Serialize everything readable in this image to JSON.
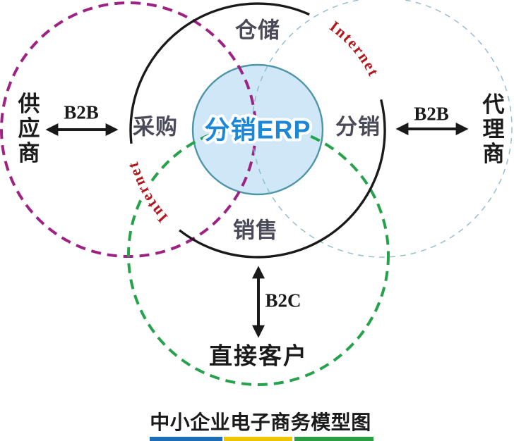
{
  "colors": {
    "core_fill": "#cfe7f6",
    "core_stroke": "#4d96a8",
    "core_text": "#1b87d6",
    "module_text": "#4b4a59",
    "main_ring": "#1a1a1a",
    "supplier_ring": "#9e2283",
    "agent_ring": "#8fbccb",
    "customer_ring": "#27a24c",
    "internet_text": "#b2181d",
    "underline_blue": "#1c6cb6",
    "underline_yellow": "#edc500",
    "underline_green": "#2b9e43"
  },
  "core": {
    "label": "分销ERP"
  },
  "modules": {
    "top": "仓储",
    "left": "采购",
    "right": "分销",
    "bottom": "销售"
  },
  "partners": {
    "left": "供应商",
    "right": "代理商",
    "bottom": "直接客户"
  },
  "links": {
    "left": "B2B",
    "right": "B2B",
    "bottom": "B2C"
  },
  "internet": {
    "top_right": "Internet",
    "lower_left": "Internet"
  },
  "footer": {
    "title": "中小企业电子商务模型图"
  }
}
